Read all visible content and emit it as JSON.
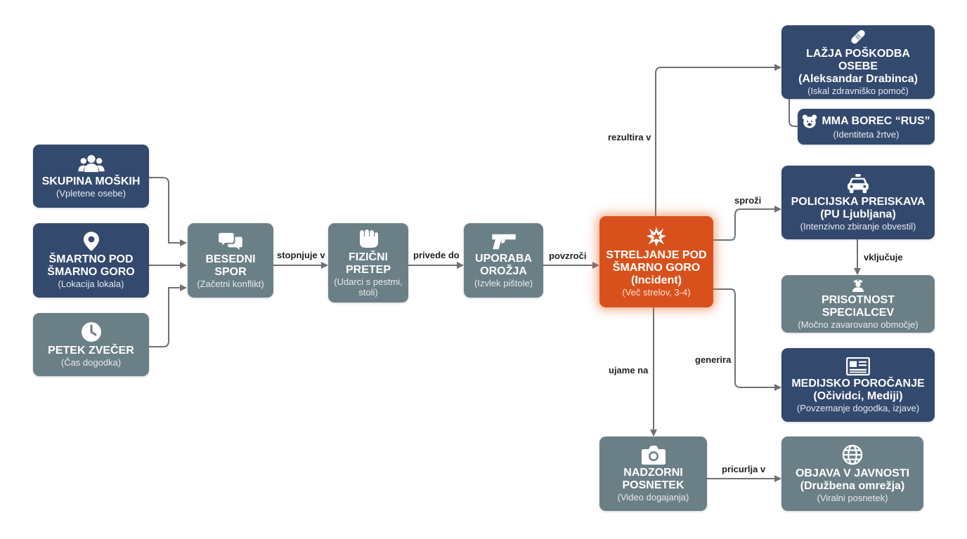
{
  "nodes": {
    "skupina": {
      "title": "SKUPINA MOŠKIH",
      "sub": "(Vpletene osebe)"
    },
    "lokacija": {
      "title1": "ŠMARTNO POD",
      "title2": "ŠMARNO GORO",
      "sub": "(Lokacija lokala)"
    },
    "cas": {
      "title": "PETEK ZVEČER",
      "sub": "(Čas dogodka)"
    },
    "spor": {
      "title1": "BESEDNI",
      "title2": "SPOR",
      "sub": "(Začetni konflikt)"
    },
    "pretep": {
      "title1": "FIZIČNI",
      "title2": "PRETEP",
      "sub1": "(Udarci s pestmi,",
      "sub2": "stoli)"
    },
    "orozje": {
      "title1": "UPORABA",
      "title2": "OROŽJA",
      "sub": "(Izvlek pištole)"
    },
    "streljanje": {
      "title1": "STRELJANJE POD",
      "title2": "ŠMARNO GORO",
      "title3": "(Incident)",
      "sub": "(Več strelov, 3-4)"
    },
    "poskodba": {
      "title1": "LAŽJA POŠKODBA OSEBE",
      "title2": "(Aleksandar Drabinca)",
      "sub": "(Iskal zdravniško pomoč)"
    },
    "borec": {
      "title": "MMA BOREC “RUS”",
      "sub": "(Identiteta žrtve)"
    },
    "policija": {
      "title1": "POLICIJSKA PREISKAVA",
      "title2": "(PU Ljubljana)",
      "sub": "(Intenzivno zbiranje obvestil)"
    },
    "specialci": {
      "title": "PRISOTNOST SPECIALCEV",
      "sub": "(Močno zavarovano območje)"
    },
    "mediji": {
      "title1": "MEDIJSKO POROČANJE",
      "title2": "(Očividci, Mediji)",
      "sub": "(Povzemanje dogodka, izjave)"
    },
    "posnetek": {
      "title1": "NADZORNI",
      "title2": "POSNETEK",
      "sub": "(Video dogajanja)"
    },
    "objava": {
      "title1": "OBJAVA V JAVNOSTI",
      "title2": "(Družbena omrežja)",
      "sub": "(Viralni posnetek)"
    }
  },
  "edges": {
    "stopnjuje": "stopnjuje v",
    "privede": "privede do",
    "povzroci": "povzroči",
    "rezultira": "rezultira v",
    "sprozi": "sproži",
    "vkljucuje": "vključuje",
    "generira": "generira",
    "ujame": "ujame na",
    "pricurlja": "pricurlja v"
  },
  "colors": {
    "navy": "#34496e",
    "gray": "#6b7f86",
    "orange": "#d8511d",
    "edge": "#707070"
  },
  "icons": {
    "skupina": "users-icon",
    "lokacija": "map-pin-icon",
    "cas": "clock-icon",
    "spor": "speech-bubbles-icon",
    "pretep": "fist-icon",
    "orozje": "pistol-icon",
    "streljanje": "explosion-icon",
    "poskodba": "bandage-icon",
    "borec": "bear-icon",
    "policija": "police-car-icon",
    "specialci": "police-officer-icon",
    "mediji": "newspaper-icon",
    "posnetek": "camera-icon",
    "objava": "globe-icon"
  }
}
